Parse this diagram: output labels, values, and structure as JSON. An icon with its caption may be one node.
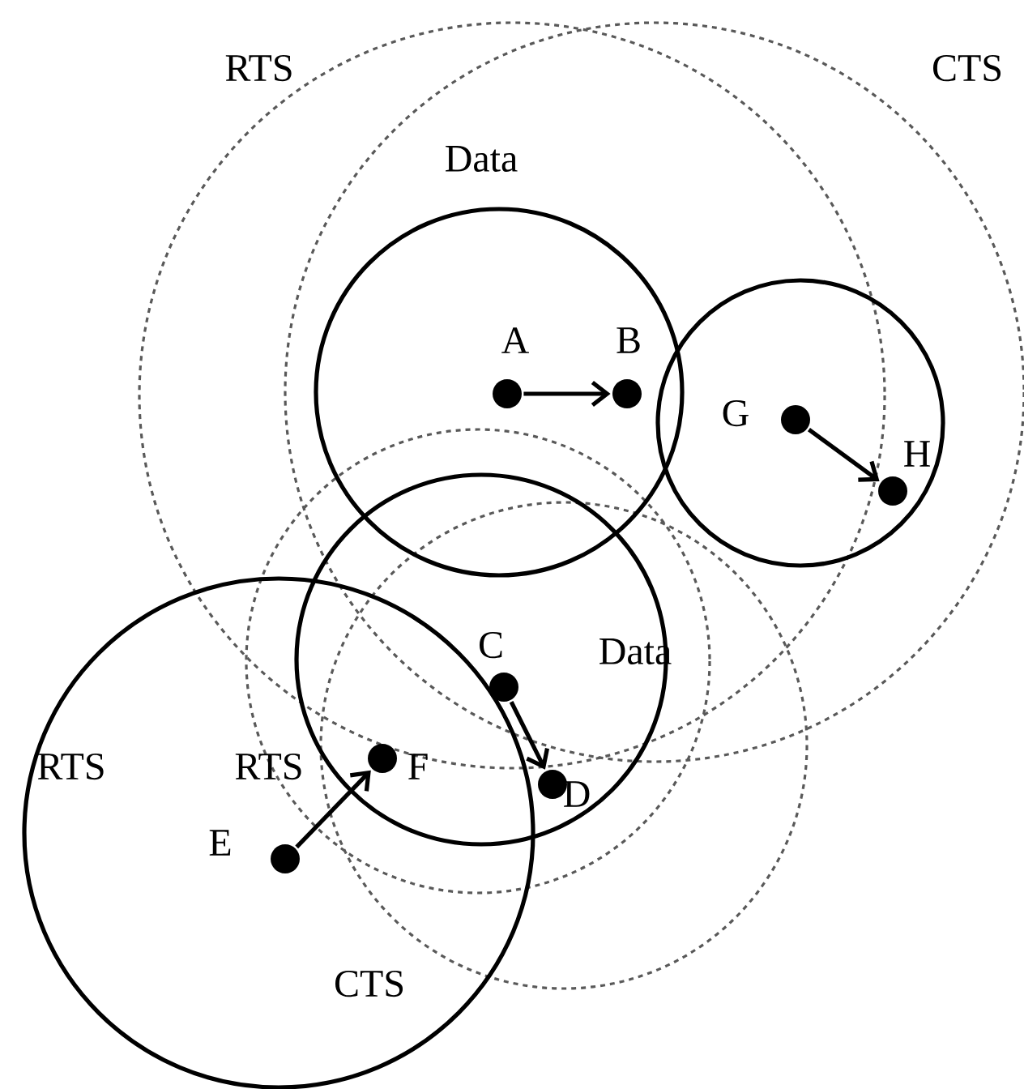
{
  "diagram": {
    "nodes": [
      {
        "text": [],
        "shape": "circle",
        "beside": [
          "A"
        ]
      },
      {
        "text": [],
        "shape": "circle",
        "beside": [
          "B"
        ]
      },
      {
        "text": [],
        "shape": "circle",
        "beside": [
          "G"
        ]
      },
      {
        "text": [],
        "shape": "circle",
        "beside": [
          "H"
        ]
      },
      {
        "text": [],
        "shape": "circle",
        "beside": [
          "C"
        ]
      },
      {
        "text": [],
        "shape": "circle",
        "beside": [
          "F"
        ]
      },
      {
        "text": [],
        "shape": "circle",
        "beside": [
          "D"
        ]
      },
      {
        "text": [],
        "shape": "circle",
        "beside": [
          "E"
        ]
      }
    ],
    "edges": [
      {
        "from": 0,
        "to": 1,
        "arrow": "to"
      },
      {
        "from": 2,
        "to": 3,
        "arrow": "to"
      },
      {
        "from": 4,
        "to": 6,
        "arrow": "to"
      },
      {
        "from": 7,
        "to": 5,
        "arrow": "to"
      }
    ],
    "labels": [
      "RTS",
      "CTS",
      "Data",
      "Data",
      "RTS",
      "RTS",
      "CTS"
    ]
  }
}
